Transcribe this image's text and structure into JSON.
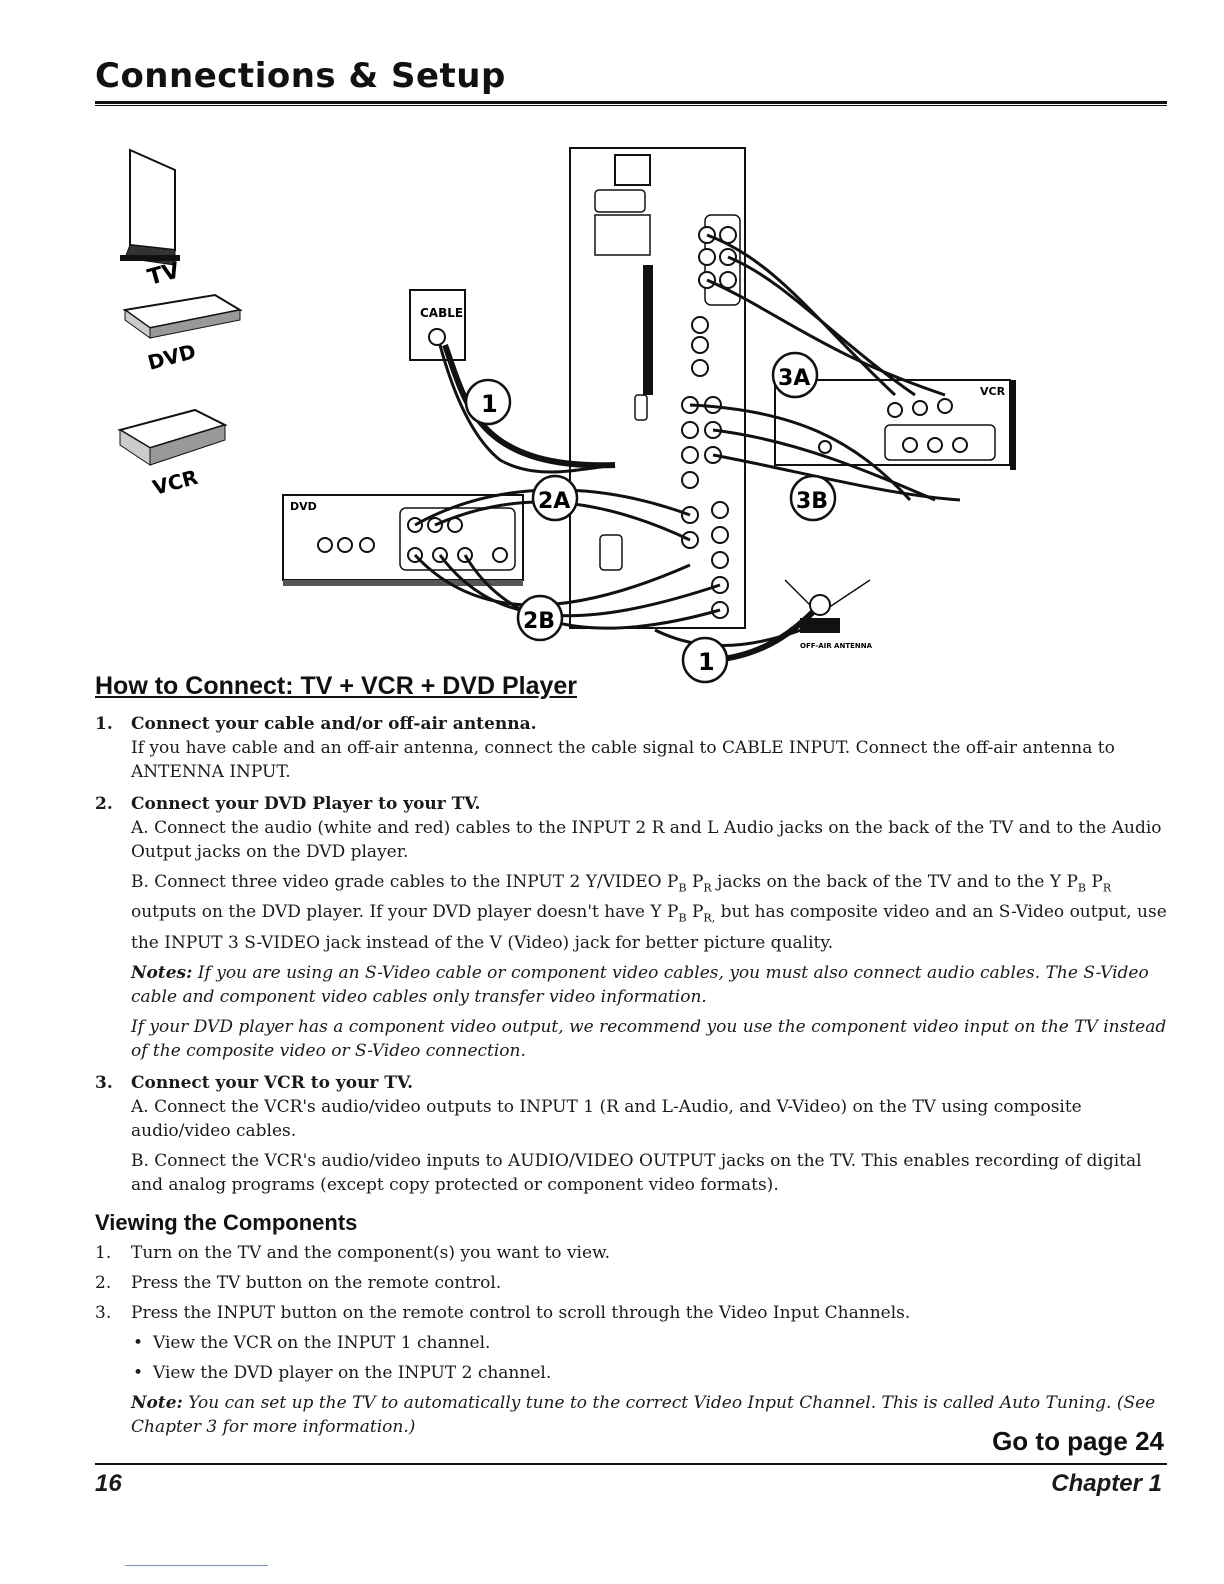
{
  "header": {
    "title": "Connections & Setup"
  },
  "diagram": {
    "devices": [
      "TV",
      "DVD",
      "VCR"
    ],
    "labels": {
      "cable": "CABLE",
      "dvd_box": "DVD",
      "vcr_box": "VCR",
      "antenna": "OFF-AIR ANTENNA",
      "callouts": [
        "1",
        "2A",
        "2B",
        "3A",
        "3B",
        "1"
      ]
    }
  },
  "main": {
    "section_title": "How to Connect: TV + VCR + DVD Player",
    "steps": [
      {
        "num": "1.",
        "title": "Connect your cable and/or off-air antenna.",
        "paras": [
          "If you have cable and an off-air antenna, connect the cable signal to CABLE INPUT. Connect the off-air antenna to ANTENNA INPUT."
        ]
      },
      {
        "num": "2.",
        "title": "Connect your DVD Player to your TV.",
        "para_a": "A. Connect the audio (white and red) cables to the INPUT 2 R and L Audio jacks on the back of the TV and to the Audio Output jacks on the DVD player.",
        "para_b": {
          "t1": "B. Connect three video grade cables to the INPUT 2 Y/VIDEO P",
          "t2": " P",
          "t3": " jacks on the back of the TV and to the Y P",
          "t4": " P",
          "t5": " outputs on the DVD player. If your DVD player doesn't have Y P",
          "t6": " P",
          "t7": " but has composite video and an S-Video output, use the INPUT 3 S-VIDEO jack instead of the V (Video) jack for better picture quality.",
          "sub_b": "B",
          "sub_r": "R",
          "sub_r2": "R,"
        },
        "note1_label": "Notes:",
        "note1": " If you are using an S-Video cable or component video cables, you must also connect audio cables. The S-Video cable and component video cables only transfer video information.",
        "note2": "If your DVD player has a component video output, we recommend you use the component video input on the TV instead of the composite video or S-Video connection."
      },
      {
        "num": "3.",
        "title": "Connect your VCR to your TV.",
        "para_a": "A. Connect the VCR's audio/video outputs to INPUT 1 (R and L-Audio, and V-Video) on the TV using composite audio/video cables.",
        "para_b": "B. Connect the VCR's audio/video inputs to AUDIO/VIDEO OUTPUT jacks on the TV. This enables recording of digital and analog programs (except copy protected or component video formats)."
      }
    ],
    "viewing": {
      "title": "Viewing the Components",
      "items": [
        {
          "num": "1.",
          "text": "Turn on the TV and the component(s) you want to view."
        },
        {
          "num": "2.",
          "text": "Press the TV button on the remote control."
        },
        {
          "num": "3.",
          "text": "Press the INPUT button on the remote control to scroll through the Video Input Channels."
        }
      ],
      "bullets": [
        "View the VCR on the INPUT 1 channel.",
        "View the DVD player on the INPUT 2 channel."
      ],
      "note_label": "Note:",
      "note": " You can set up the TV to automatically tune to the correct Video Input Channel. This is called Auto Tuning. (See Chapter 3 for more information.)"
    }
  },
  "footer": {
    "goto": "Go to page 24",
    "page": "16",
    "chapter": "Chapter 1"
  }
}
